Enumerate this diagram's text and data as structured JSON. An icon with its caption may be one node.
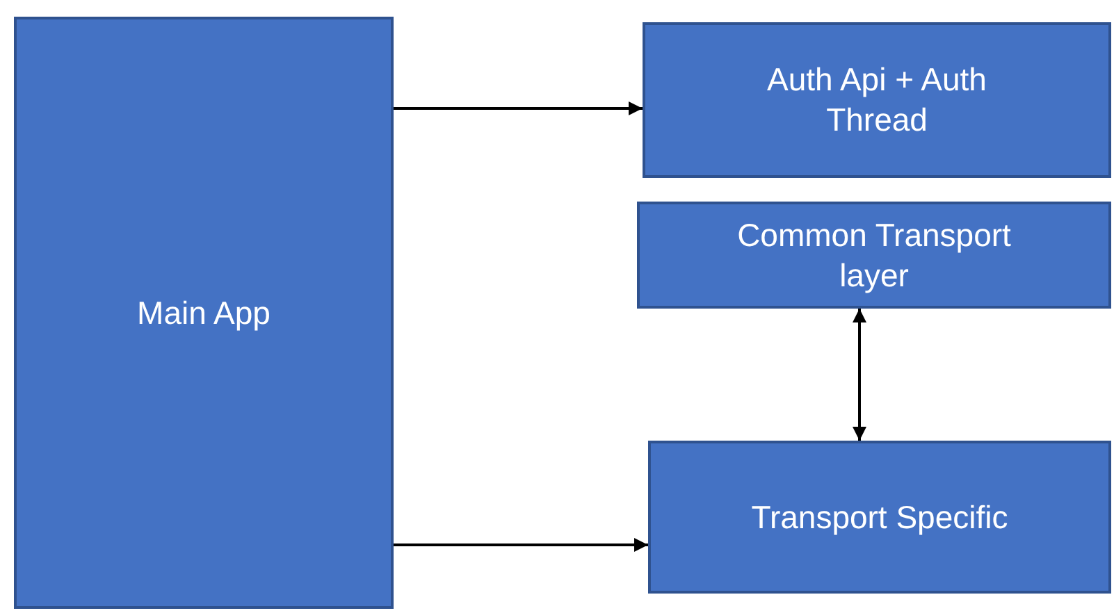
{
  "diagram": {
    "nodes": [
      {
        "text": [
          "Main App"
        ]
      },
      {
        "text": [
          "Auth Api + Auth Thread"
        ]
      },
      {
        "text": [
          "Common Transport layer"
        ]
      },
      {
        "text": [
          "Transport Specific"
        ]
      }
    ],
    "edges": [
      {
        "from": 0,
        "to": 1,
        "arrow": "to"
      },
      {
        "from": 0,
        "to": 3,
        "arrow": "to"
      },
      {
        "from": 2,
        "to": 3,
        "arrow": "both"
      }
    ]
  }
}
